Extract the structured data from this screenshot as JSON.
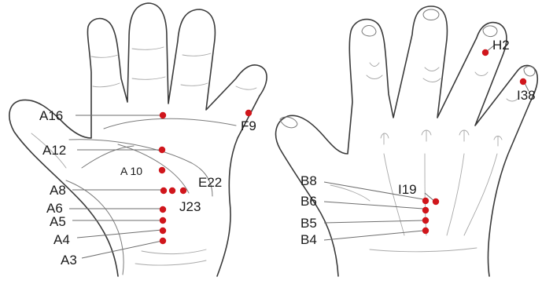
{
  "diagram": {
    "left_hand_labels": {
      "A16": "A16",
      "A12": "A12",
      "A10": "A 10",
      "A8": "A8",
      "A6": "A6",
      "A5": "A5",
      "A4": "A4",
      "A3": "A3",
      "E22": "E22",
      "J23": "J23",
      "F9": "F9"
    },
    "right_hand_labels": {
      "B8": "B8",
      "B6": "B6",
      "B5": "B5",
      "B4": "B4",
      "I19": "I19",
      "H2": "H2",
      "I38": "I38"
    },
    "point_color": "#d0161c"
  }
}
